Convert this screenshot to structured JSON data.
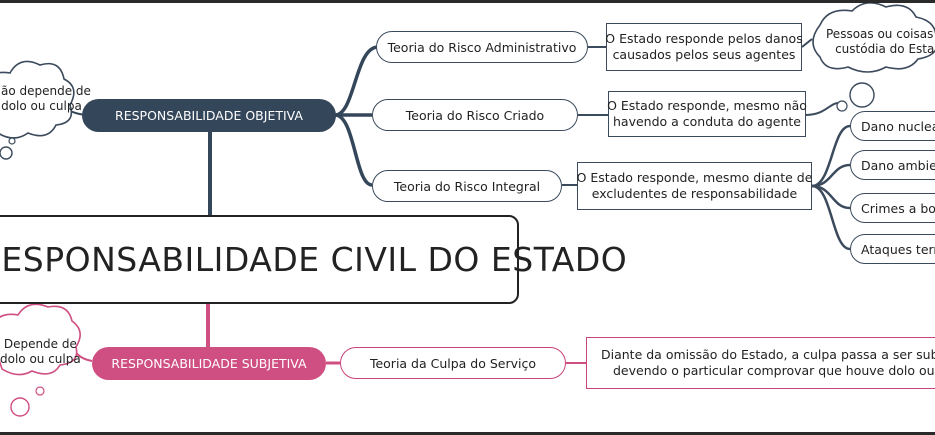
{
  "main_title": "RESPONSABILIDADE CIVIL DO ESTADO",
  "objetiva": {
    "label": "RESPONSABILIDADE OBJETIVA",
    "cloud": [
      "Não depende de",
      "dolo ou culpa"
    ],
    "theories": [
      {
        "label": "Teoria do Risco Administrativo",
        "desc": [
          "O Estado responde pelos danos",
          "causados pelos seus agentes"
        ]
      },
      {
        "label": "Teoria do Risco Criado",
        "desc": [
          "O Estado responde, mesmo não",
          "havendo a conduta do agente"
        ]
      },
      {
        "label": "Teoria do Risco Integral",
        "desc": [
          "O Estado responde, mesmo diante de",
          "excludentes de responsabilidade"
        ]
      }
    ],
    "cloud_right": [
      "Pessoas ou coisas sob",
      "custódia do Estado"
    ],
    "examples": [
      "Dano nuclear",
      "Dano ambiental",
      "Crimes a bordo",
      "Ataques terroristas"
    ]
  },
  "subjetiva": {
    "label": "RESPONSABILIDADE SUBJETIVA",
    "cloud": [
      "Depende de",
      "dolo ou culpa"
    ],
    "theory": "Teoria da Culpa do Serviço",
    "desc": [
      "Diante da omissão do Estado, a culpa passa a ser subjetiva,",
      "devendo o particular comprovar que houve dolo ou culpa."
    ]
  },
  "colors": {
    "objetiva": "#34465a",
    "subjetiva": "#cf4f82",
    "outline": "#3b4a5c"
  }
}
